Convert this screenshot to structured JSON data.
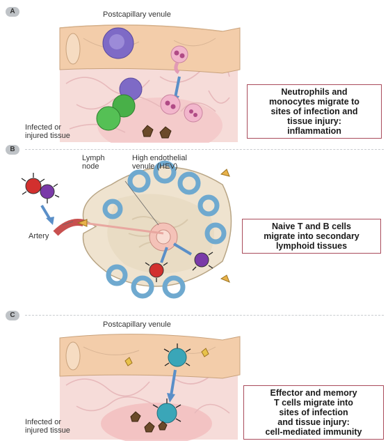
{
  "panel_a": {
    "badge": "A",
    "vessel_label": "Postcapillary venule",
    "tissue_label_line1": "Infected or",
    "tissue_label_line2": "injured tissue",
    "caption": [
      "Neutrophils and",
      "monocytes migrate to",
      "sites of infection and",
      "tissue injury:",
      "inflammation"
    ]
  },
  "panel_b": {
    "badge": "B",
    "lymph_label_line1": "Lymph",
    "lymph_label_line2": "node",
    "hev_label_line1": "High endothelial",
    "hev_label_line2": "venule (HEV)",
    "artery_label": "Artery",
    "caption": [
      "Naive T and B cells",
      "migrate into secondary",
      "lymphoid tissues"
    ]
  },
  "panel_c": {
    "badge": "C",
    "vessel_label": "Postcapillary venule",
    "tissue_label_line1": "Infected or",
    "tissue_label_line2": "injured tissue",
    "caption": [
      "Effector and memory",
      "T cells migrate into",
      "sites of infection",
      "and tissue injury:",
      "cell-mediated immunity"
    ]
  },
  "colors": {
    "caption_border": "#a94a5a",
    "vessel_wall": "#f2c9a6",
    "tissue": "#f7dcd8",
    "lymph_node": "#efe3d0",
    "follicle": "#6fa9cf"
  }
}
